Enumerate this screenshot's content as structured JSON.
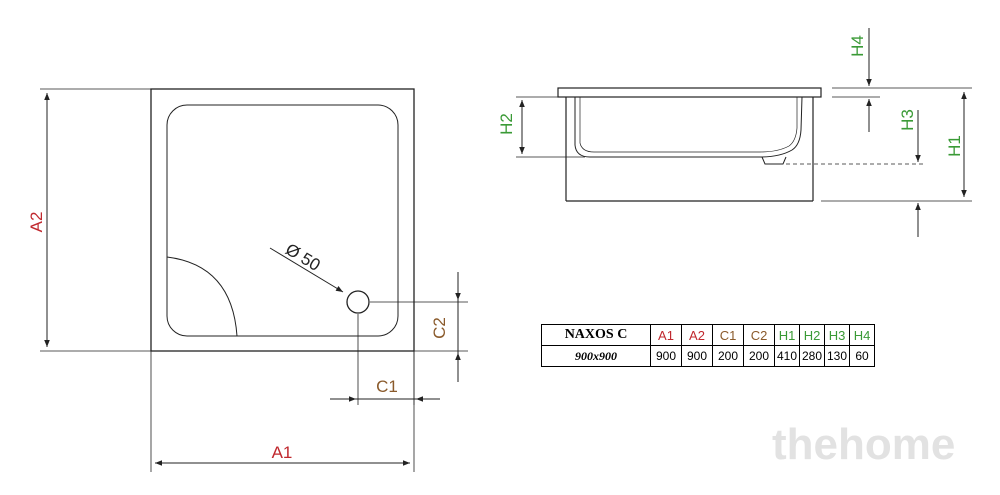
{
  "colors": {
    "red": "#c0282e",
    "brown": "#8a5a2b",
    "green": "#3a9a36",
    "line": "#222222"
  },
  "top_view": {
    "label_a1": "A1",
    "label_a2": "A2",
    "label_c1": "C1",
    "label_c2": "C2",
    "drain_label": "Ø 50"
  },
  "side_view": {
    "label_h1": "H1",
    "label_h2": "H2",
    "label_h3": "H3",
    "label_h4": "H4"
  },
  "spec_table": {
    "model_name": "NAXOS C",
    "model_size": "900x900",
    "headers": [
      "A1",
      "A2",
      "C1",
      "C2",
      "H1",
      "H2",
      "H3",
      "H4"
    ],
    "values": [
      "900",
      "900",
      "200",
      "200",
      "410",
      "280",
      "130",
      "60"
    ]
  },
  "watermark": "thehome"
}
